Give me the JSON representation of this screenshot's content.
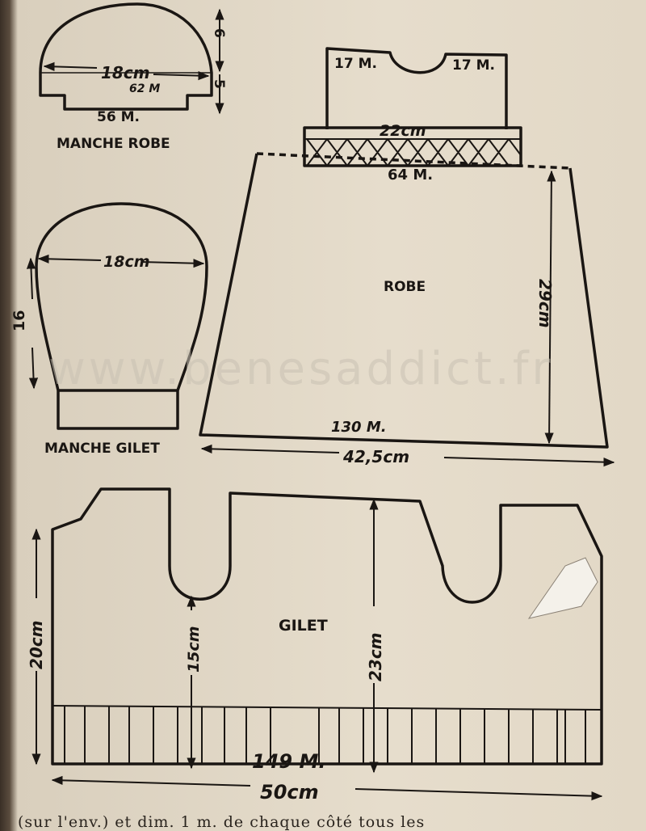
{
  "watermark": "www.benesaddict.fr",
  "manche_robe": {
    "title": "MANCHE ROBE",
    "width": "18cm",
    "stitches_top": "62 M",
    "stitches_bottom": "56 M.",
    "height_cap": "6",
    "height_cuff": "5"
  },
  "robe": {
    "title": "ROBE",
    "bodice_left": "17 M.",
    "bodice_right": "17 M.",
    "band_width": "22cm",
    "waist_stitches": "64 M.",
    "height": "29cm",
    "hem_stitches": "130 M.",
    "hem_width": "42,5cm"
  },
  "manche_gilet": {
    "title": "MANCHE GILET",
    "width": "18cm",
    "height": "16"
  },
  "gilet": {
    "title": "GILET",
    "side_height": "20cm",
    "front_height": "15cm",
    "center_height": "23cm",
    "stitches": "149 M.",
    "width": "50cm"
  },
  "body_text": "(sur l'env.) et dim. 1 m. de chaque côté tous les"
}
